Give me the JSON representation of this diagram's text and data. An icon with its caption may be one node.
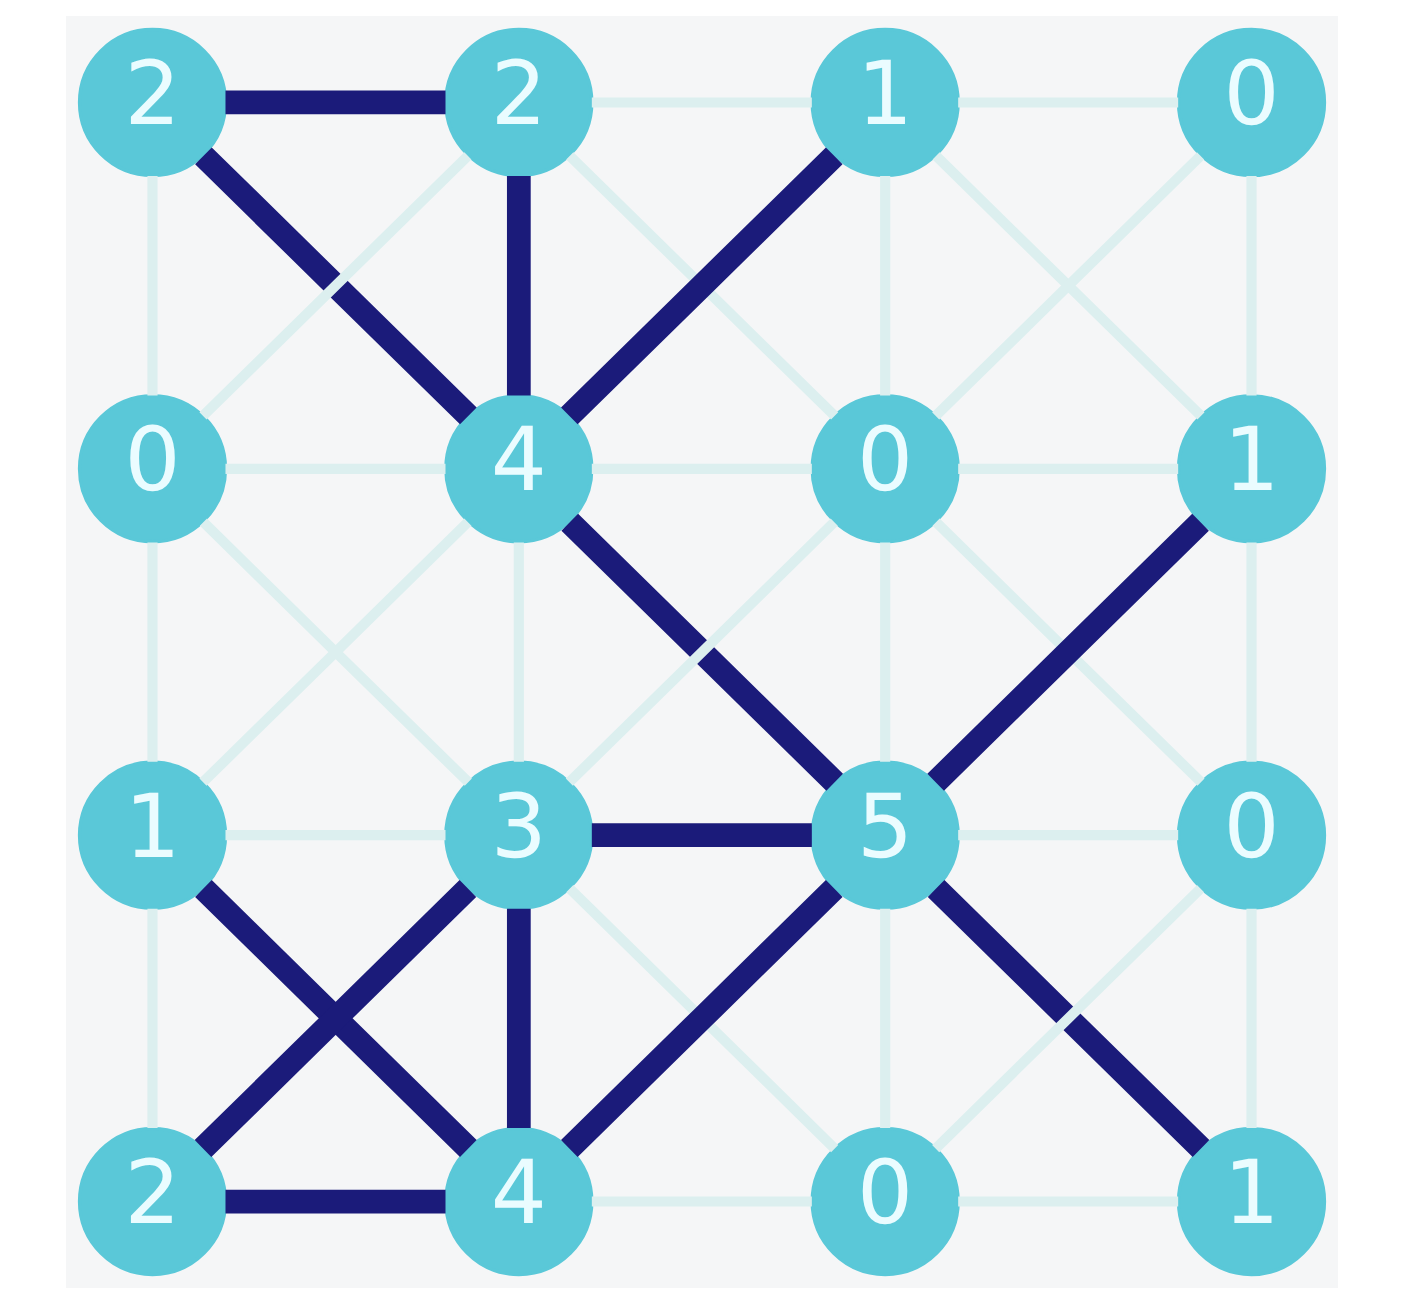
{
  "diagram": {
    "nodes": [
      {
        "text": [
          "2"
        ]
      },
      {
        "text": [
          "2"
        ]
      },
      {
        "text": [
          "1"
        ]
      },
      {
        "text": [
          "0"
        ]
      },
      {
        "text": [
          "0"
        ]
      },
      {
        "text": [
          "4"
        ]
      },
      {
        "text": [
          "0"
        ]
      },
      {
        "text": [
          "1"
        ]
      },
      {
        "text": [
          "1"
        ]
      },
      {
        "text": [
          "3"
        ]
      },
      {
        "text": [
          "5"
        ]
      },
      {
        "text": [
          "0"
        ]
      },
      {
        "text": [
          "2"
        ]
      },
      {
        "text": [
          "4"
        ]
      },
      {
        "text": [
          "0"
        ]
      },
      {
        "text": [
          "1"
        ]
      }
    ],
    "edges": [
      {
        "from": 0,
        "to": 1,
        "arrow": "none",
        "style": "thick",
        "color": "#1b1b7a"
      },
      {
        "from": 1,
        "to": 2,
        "arrow": "none"
      },
      {
        "from": 2,
        "to": 3,
        "arrow": "none"
      },
      {
        "from": 4,
        "to": 5,
        "arrow": "none"
      },
      {
        "from": 5,
        "to": 6,
        "arrow": "none"
      },
      {
        "from": 6,
        "to": 7,
        "arrow": "none"
      },
      {
        "from": 8,
        "to": 9,
        "arrow": "none"
      },
      {
        "from": 9,
        "to": 10,
        "arrow": "none",
        "style": "thick",
        "color": "#1b1b7a"
      },
      {
        "from": 10,
        "to": 11,
        "arrow": "none"
      },
      {
        "from": 12,
        "to": 13,
        "arrow": "none",
        "style": "thick",
        "color": "#1b1b7a"
      },
      {
        "from": 13,
        "to": 14,
        "arrow": "none"
      },
      {
        "from": 14,
        "to": 15,
        "arrow": "none"
      },
      {
        "from": 0,
        "to": 4,
        "arrow": "none"
      },
      {
        "from": 4,
        "to": 8,
        "arrow": "none"
      },
      {
        "from": 8,
        "to": 12,
        "arrow": "none"
      },
      {
        "from": 1,
        "to": 5,
        "arrow": "none",
        "style": "thick",
        "color": "#1b1b7a"
      },
      {
        "from": 5,
        "to": 9,
        "arrow": "none"
      },
      {
        "from": 9,
        "to": 13,
        "arrow": "none",
        "style": "thick",
        "color": "#1b1b7a"
      },
      {
        "from": 2,
        "to": 6,
        "arrow": "none"
      },
      {
        "from": 6,
        "to": 10,
        "arrow": "none"
      },
      {
        "from": 10,
        "to": 14,
        "arrow": "none"
      },
      {
        "from": 3,
        "to": 7,
        "arrow": "none"
      },
      {
        "from": 7,
        "to": 11,
        "arrow": "none"
      },
      {
        "from": 11,
        "to": 15,
        "arrow": "none"
      },
      {
        "from": 0,
        "to": 5,
        "arrow": "none",
        "style": "thick",
        "color": "#1b1b7a"
      },
      {
        "from": 1,
        "to": 4,
        "arrow": "none"
      },
      {
        "from": 1,
        "to": 6,
        "arrow": "none"
      },
      {
        "from": 2,
        "to": 5,
        "arrow": "none",
        "style": "thick",
        "color": "#1b1b7a"
      },
      {
        "from": 2,
        "to": 7,
        "arrow": "none"
      },
      {
        "from": 3,
        "to": 6,
        "arrow": "none"
      },
      {
        "from": 4,
        "to": 9,
        "arrow": "none"
      },
      {
        "from": 5,
        "to": 8,
        "arrow": "none"
      },
      {
        "from": 5,
        "to": 10,
        "arrow": "none",
        "style": "thick",
        "color": "#1b1b7a"
      },
      {
        "from": 6,
        "to": 9,
        "arrow": "none"
      },
      {
        "from": 6,
        "to": 11,
        "arrow": "none"
      },
      {
        "from": 7,
        "to": 10,
        "arrow": "none",
        "style": "thick",
        "color": "#1b1b7a"
      },
      {
        "from": 8,
        "to": 13,
        "arrow": "none",
        "style": "thick",
        "color": "#1b1b7a"
      },
      {
        "from": 9,
        "to": 12,
        "arrow": "none",
        "style": "thick",
        "color": "#1b1b7a"
      },
      {
        "from": 9,
        "to": 14,
        "arrow": "none"
      },
      {
        "from": 10,
        "to": 13,
        "arrow": "none",
        "style": "thick",
        "color": "#1b1b7a"
      },
      {
        "from": 10,
        "to": 15,
        "arrow": "none",
        "style": "thick",
        "color": "#1b1b7a"
      },
      {
        "from": 11,
        "to": 14,
        "arrow": "none"
      }
    ]
  }
}
